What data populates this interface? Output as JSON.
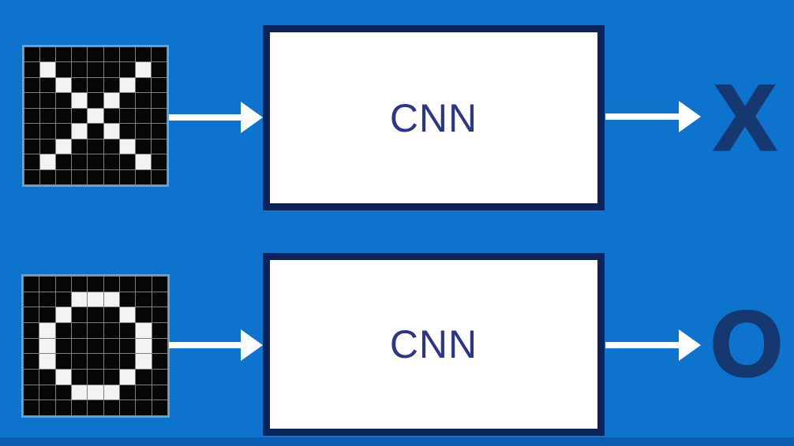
{
  "colors": {
    "background": "#0d73cd",
    "background_bottom_strip": "#0a5db1",
    "box_fill": "#ffffff",
    "box_border": "#0c2459",
    "cnn_text": "#2b3689",
    "output_letter": "#14386f",
    "arrow": "#fdfdfd",
    "grid_border": "#5fa8e0",
    "grid_line": "#808080",
    "cell_on": "#f3f3f3",
    "cell_off": "#060606"
  },
  "rows": [
    {
      "name": "x-classification-flow",
      "input_grid": {
        "icon": "pixel-grid-x-icon",
        "rows": 9,
        "cols": 9,
        "pattern": [
          "000000000",
          "010000010",
          "001000100",
          "000101000",
          "000010000",
          "000101000",
          "001000100",
          "010000010",
          "000000000"
        ]
      },
      "model_label": "CNN",
      "output": "X"
    },
    {
      "name": "o-classification-flow",
      "input_grid": {
        "icon": "pixel-grid-o-icon",
        "rows": 9,
        "cols": 9,
        "pattern": [
          "000000000",
          "000111000",
          "001000100",
          "010000010",
          "010000010",
          "010000010",
          "001000100",
          "000111000",
          "000000000"
        ]
      },
      "model_label": "CNN",
      "output": "O"
    }
  ]
}
